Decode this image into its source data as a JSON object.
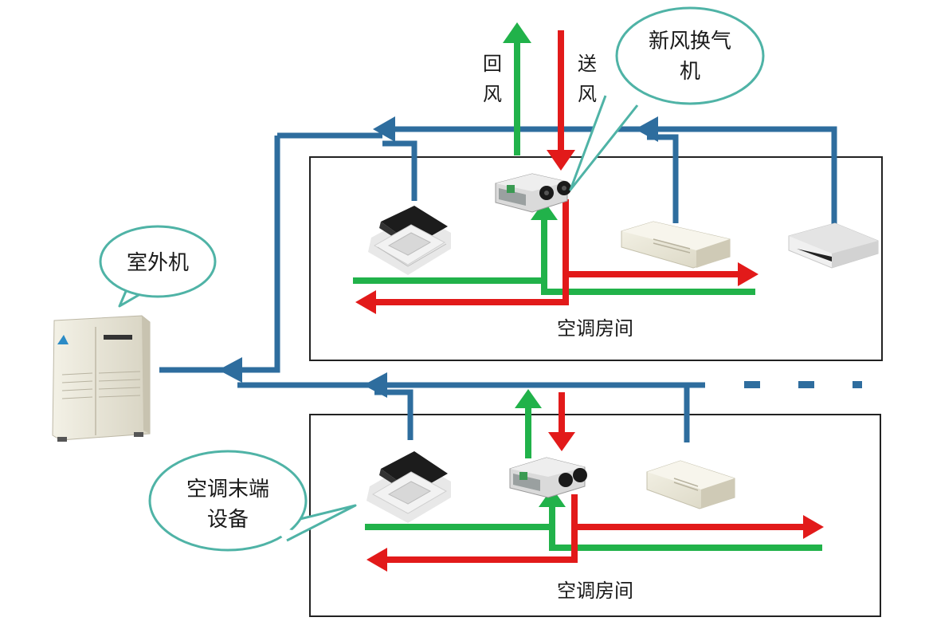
{
  "labels": {
    "return_air_1": "回",
    "return_air_2": "风",
    "supply_air_1": "送",
    "supply_air_2": "风",
    "room_top": "空调房间",
    "room_bottom": "空调房间"
  },
  "callouts": {
    "fresh_air_line1": "新风换气",
    "fresh_air_line2": "机",
    "outdoor_unit": "室外机",
    "terminal_line1": "空调末端",
    "terminal_line2": "设备"
  },
  "colors": {
    "refrigerant_pipe": "#2e6d9e",
    "supply_air": "#e21a1a",
    "return_air": "#21b24a",
    "callout_border": "#4fb3a6",
    "room_border": "#222222"
  },
  "icons": {
    "outdoor_unit": "outdoor-unit-icon",
    "cassette": "cassette-unit-icon",
    "ceiling": "ceiling-unit-icon",
    "erv": "fresh-air-exchanger-icon"
  }
}
